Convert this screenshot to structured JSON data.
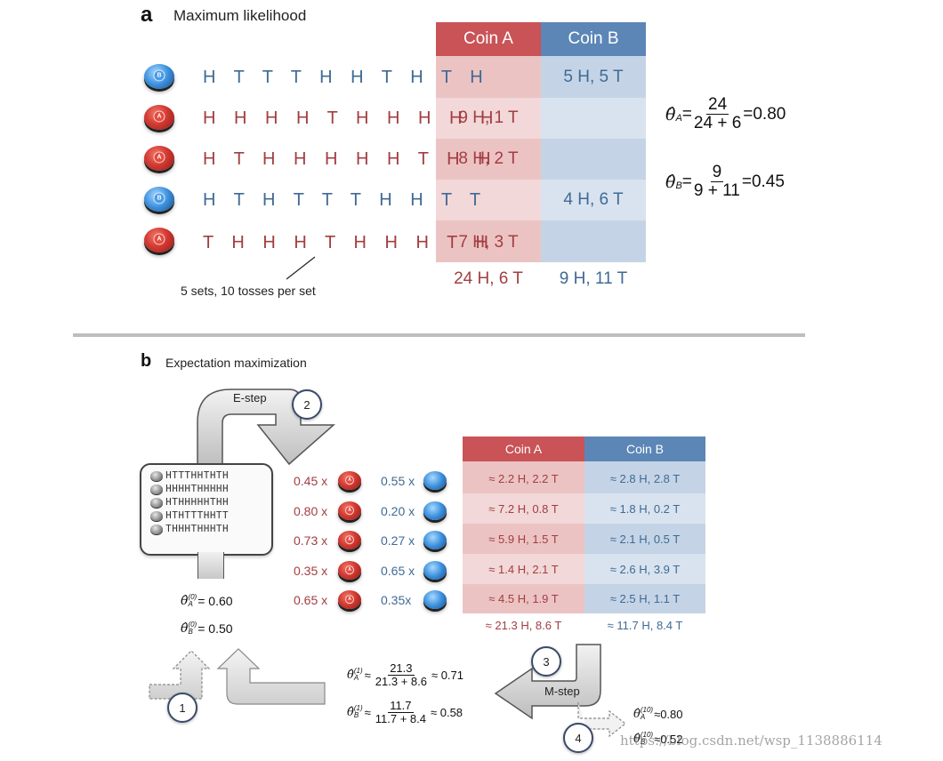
{
  "panel_a": {
    "letter": "a",
    "title": "Maximum likelihood",
    "coin_a_header": "Coin A",
    "coin_b_header": "Coin B",
    "rows": [
      {
        "coin": "B",
        "sequence": "H T T T H H T H T H",
        "coin_a": "",
        "coin_b": "5 H, 5 T"
      },
      {
        "coin": "A",
        "sequence": "H H H H T H H H H H",
        "coin_a": "9 H, 1 T",
        "coin_b": ""
      },
      {
        "coin": "A",
        "sequence": "H T H H H H H T H H",
        "coin_a": "8 H, 2 T",
        "coin_b": ""
      },
      {
        "coin": "B",
        "sequence": "H T H T T T H H T T",
        "coin_a": "",
        "coin_b": "4 H, 6 T"
      },
      {
        "coin": "A",
        "sequence": "T H H H T H H H T H",
        "coin_a": "7 H, 3 T",
        "coin_b": ""
      }
    ],
    "total_a": "24 H, 6 T",
    "total_b": "9 H, 11 T",
    "annotation": "5 sets, 10 tosses per set",
    "theta_a": {
      "symbol": "θ̂",
      "sub": "A",
      "eq": "=",
      "num": "24",
      "den": "24 + 6",
      "result": "=0.80"
    },
    "theta_b": {
      "symbol": "θ̂",
      "sub": "B",
      "eq": "=",
      "num": "9",
      "den": "9 + 11",
      "result": "=0.45"
    }
  },
  "panel_b": {
    "letter": "b",
    "title": "Expectation maximization",
    "e_step": "E-step",
    "m_step": "M-step",
    "steps": [
      "1",
      "2",
      "3",
      "4"
    ],
    "mini_sequences": [
      "HTTTHHTHTH",
      "HHHHTHHHHH",
      "HTHHHHHTHH",
      "HTHTTTHHTT",
      "THHHTHHHTH"
    ],
    "coin_a_header": "Coin A",
    "coin_b_header": "Coin B",
    "weights": [
      {
        "a": "0.45 x",
        "b": "0.55 x",
        "coin_a": "≈ 2.2 H, 2.2 T",
        "coin_b": "≈ 2.8 H, 2.8 T"
      },
      {
        "a": "0.80 x",
        "b": "0.20 x",
        "coin_a": "≈ 7.2 H, 0.8 T",
        "coin_b": "≈ 1.8 H, 0.2 T"
      },
      {
        "a": "0.73 x",
        "b": "0.27 x",
        "coin_a": "≈ 5.9 H, 1.5 T",
        "coin_b": "≈ 2.1 H, 0.5 T"
      },
      {
        "a": "0.35 x",
        "b": "0.65 x",
        "coin_a": "≈ 1.4 H, 2.1 T",
        "coin_b": "≈ 2.6 H, 3.9 T"
      },
      {
        "a": "0.65 x",
        "b": "0.35x",
        "coin_a": "≈ 4.5 H, 1.9 T",
        "coin_b": "≈ 2.5 H, 1.1 T"
      }
    ],
    "total_a": "≈ 21.3 H, 8.6 T",
    "total_b": "≈ 11.7 H, 8.4 T",
    "init_a": {
      "sup": "(0)",
      "sub": "A",
      "value": "= 0.60"
    },
    "init_b": {
      "sup": "(0)",
      "sub": "B",
      "value": "= 0.50"
    },
    "update_a": {
      "sup": "(1)",
      "sub": "A",
      "approx": "≈",
      "num": "21.3",
      "den": "21.3 + 8.6",
      "result": "≈ 0.71"
    },
    "update_b": {
      "sup": "(1)",
      "sub": "B",
      "approx": "≈",
      "num": "11.7",
      "den": "11.7 + 8.4",
      "result": "≈ 0.58"
    },
    "final_a": {
      "sup": "(10)",
      "sub": "A",
      "value": "≈0.80"
    },
    "final_b": {
      "sup": "(10)",
      "sub": "B",
      "value": "≈0.52"
    }
  },
  "watermark": "https://blog.csdn.net/wsp_1138886114",
  "colors": {
    "coin_a": "#c95356",
    "coin_b": "#5c86b6",
    "text_a": "#a23e42",
    "text_b": "#3f6a94"
  }
}
